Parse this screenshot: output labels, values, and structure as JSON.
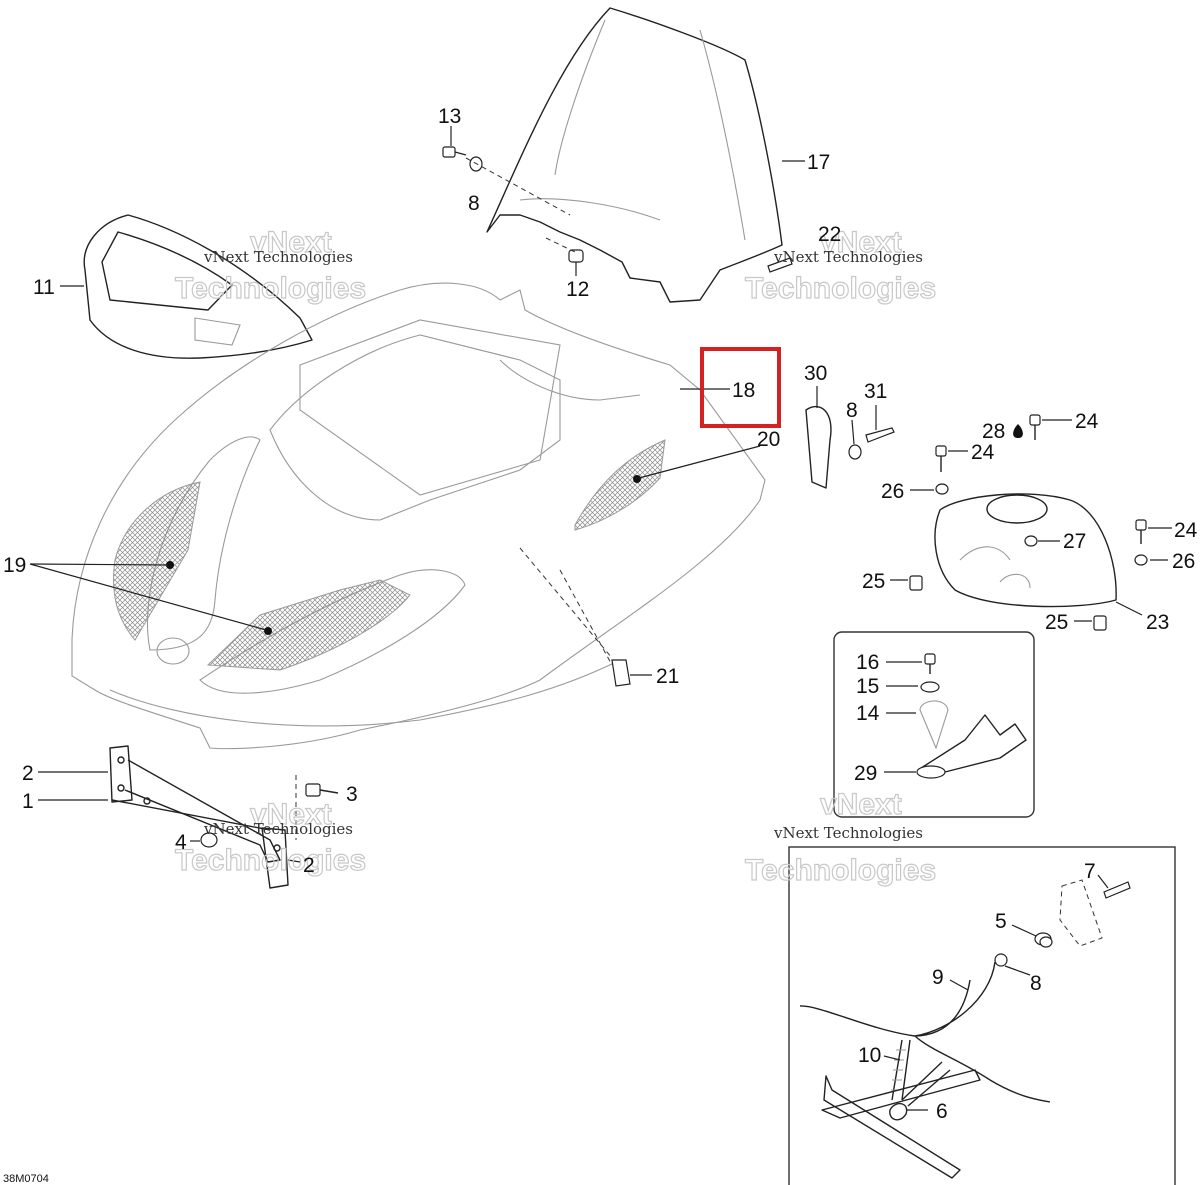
{
  "diagram_code": "38M0704",
  "watermark": {
    "line1": "vNext Technologies",
    "big_line1": "vNext",
    "big_line2": "Technologies"
  },
  "callouts": {
    "c1": "1",
    "c2a": "2",
    "c2b": "2",
    "c3": "3",
    "c4": "4",
    "c5": "5",
    "c6": "6",
    "c7": "7",
    "c8a": "8",
    "c8b": "8",
    "c8c": "8",
    "c9": "9",
    "c10": "10",
    "c11": "11",
    "c12": "12",
    "c13": "13",
    "c14": "14",
    "c15": "15",
    "c16": "16",
    "c17": "17",
    "c18": "18",
    "c19": "19",
    "c20": "20",
    "c21": "21",
    "c22": "22",
    "c23": "23",
    "c24a": "24",
    "c24b": "24",
    "c24c": "24",
    "c25a": "25",
    "c25b": "25",
    "c26a": "26",
    "c26b": "26",
    "c27": "27",
    "c28": "28",
    "c29": "29",
    "c30": "30",
    "c31": "31"
  },
  "highlighted_part": "18",
  "colors": {
    "highlight": "#d42222",
    "line": "#222222",
    "mesh": "#9a9a9a"
  }
}
